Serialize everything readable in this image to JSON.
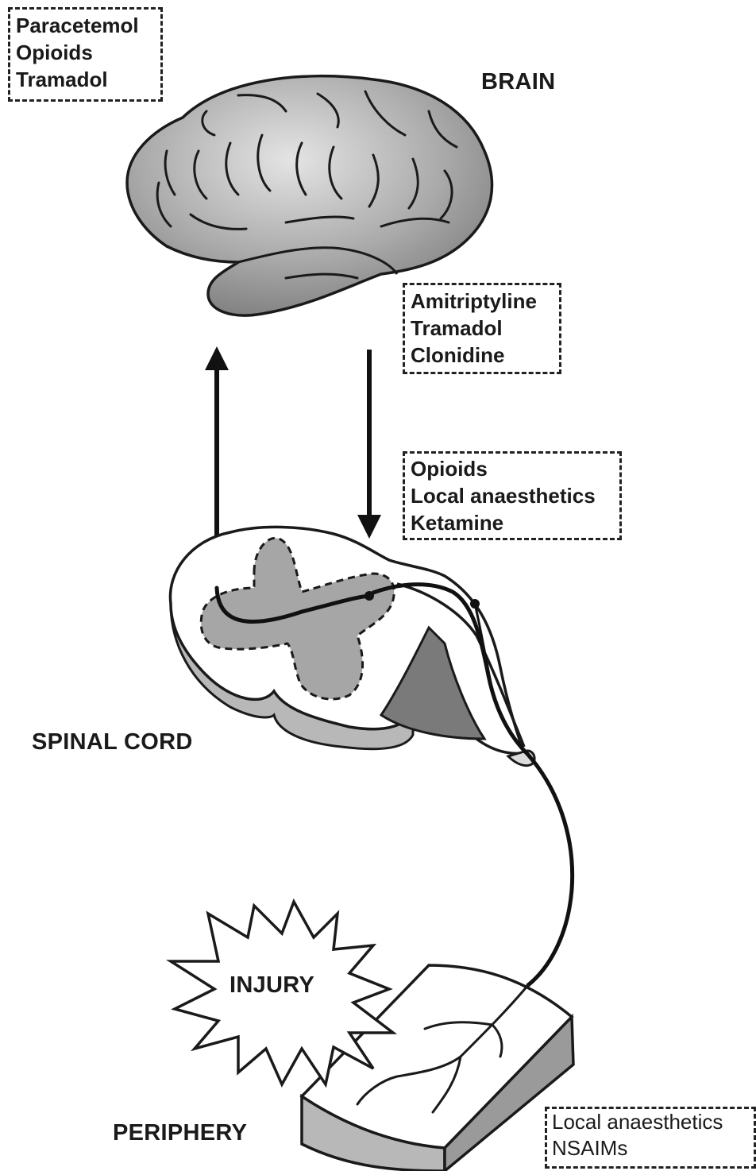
{
  "labels": {
    "brain": "BRAIN",
    "spinal_cord": "SPINAL CORD",
    "periphery": "PERIPHERY",
    "injury": "INJURY"
  },
  "drug_boxes": {
    "brain_box": [
      "Paracetemol",
      "Opioids",
      "Tramadol"
    ],
    "descending_box": [
      "Amitriptyline",
      "Tramadol",
      "Clonidine"
    ],
    "spinal_box": [
      "Opioids",
      "Local anaesthetics",
      "Ketamine"
    ],
    "periphery_box": [
      "Local anaesthetics",
      "NSAIMs"
    ]
  },
  "colors": {
    "outline": "#1a1a1a",
    "brain_fill": "#9a9a9a",
    "cord_fill": "#bdbdbd",
    "grey_matter": "#a8a8a8",
    "skin_side": "#b8b8b8"
  }
}
